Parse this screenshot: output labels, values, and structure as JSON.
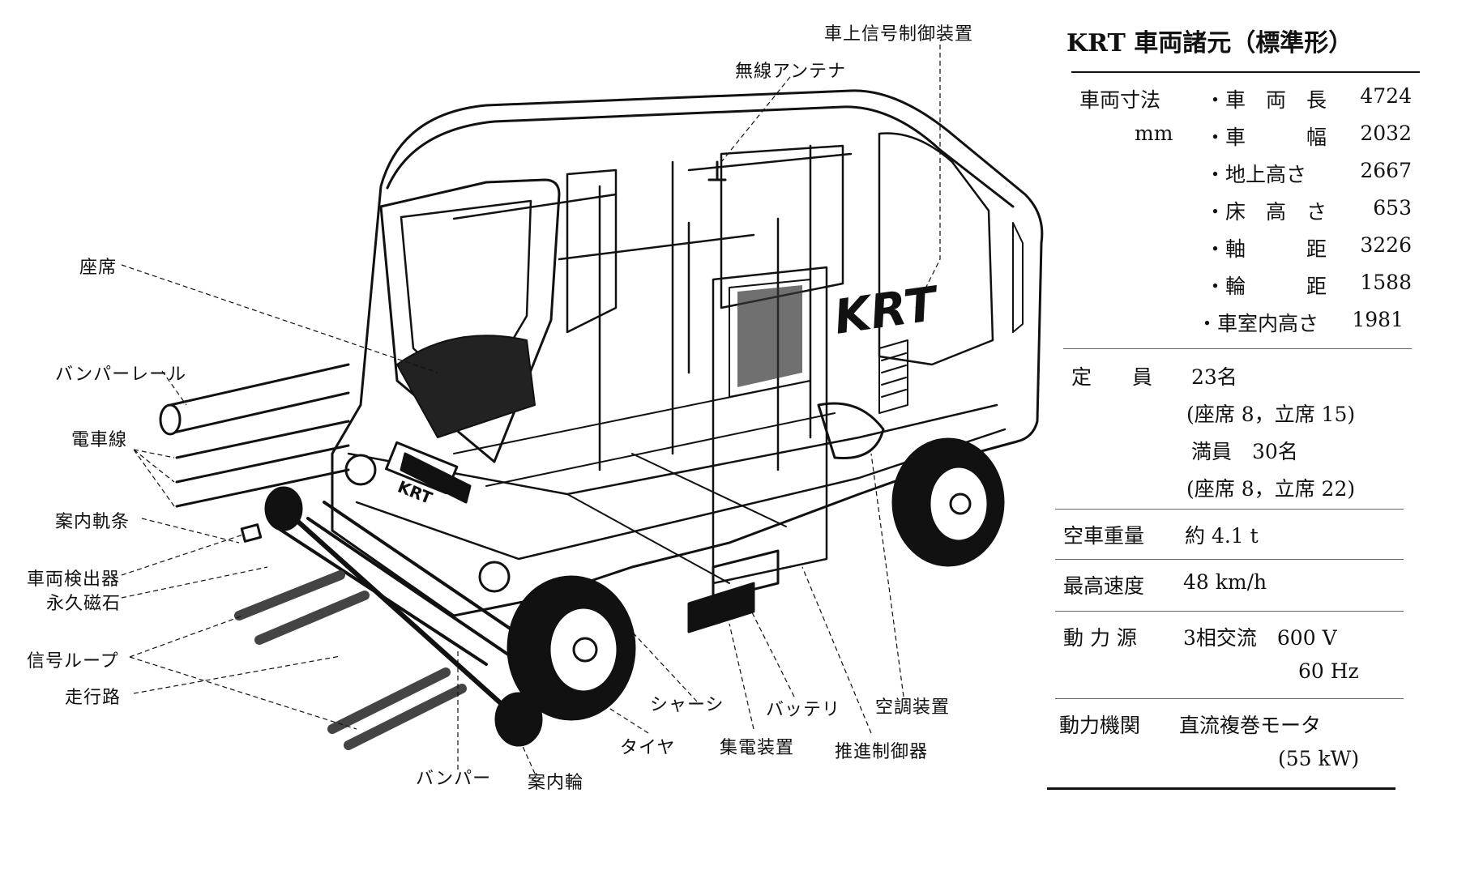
{
  "callouts": {
    "onboard_signal": "車上信号制御装置",
    "antenna": "無線アンテナ",
    "seat": "座席",
    "bumper_rail": "バンパーレール",
    "trolley": "電車線",
    "guide_rail": "案内軌条",
    "detector": "車両検出器",
    "magnet": "永久磁石",
    "signal_loop": "信号ループ",
    "track": "走行路",
    "bumper": "バンパー",
    "guide_wheel": "案内輪",
    "tire": "タイヤ",
    "chassis": "シャーシ",
    "collector": "集電装置",
    "battery": "バッテリ",
    "propulsion": "推進制御器",
    "aircon": "空調装置",
    "body_logo": "KRT",
    "bumper_logo": "KRT"
  },
  "specs": {
    "title": "KRT 車両諸元（標準形）",
    "dimensions": {
      "label": "車両寸法",
      "unit": "mm",
      "rows": [
        {
          "name": "・車　両　長",
          "value": "4724"
        },
        {
          "name": "・車　　　幅",
          "value": "2032"
        },
        {
          "name": "・地上高さ",
          "value": "2667"
        },
        {
          "name": "・床　高　さ",
          "value": "653"
        },
        {
          "name": "・軸　　　距",
          "value": "3226"
        },
        {
          "name": "・輪　　　距",
          "value": "1588"
        },
        {
          "name": "・車室内高さ",
          "value": "1981"
        }
      ]
    },
    "capacity": {
      "label": "定　　員",
      "line1": "23名",
      "line2": "(座席 8，立席 15)",
      "line3": "満員　30名",
      "line4": "(座席 8，立席 22)"
    },
    "weight": {
      "label": "空車重量",
      "value": "約 4.1 t"
    },
    "speed": {
      "label": "最高速度",
      "value": "48 km/h"
    },
    "power": {
      "label": "動 力 源",
      "line1": "3相交流　600 V",
      "line2": "60 Hz"
    },
    "motor": {
      "label": "動力機関",
      "line1": "直流複巻モータ",
      "line2": "(55 kW)"
    }
  }
}
